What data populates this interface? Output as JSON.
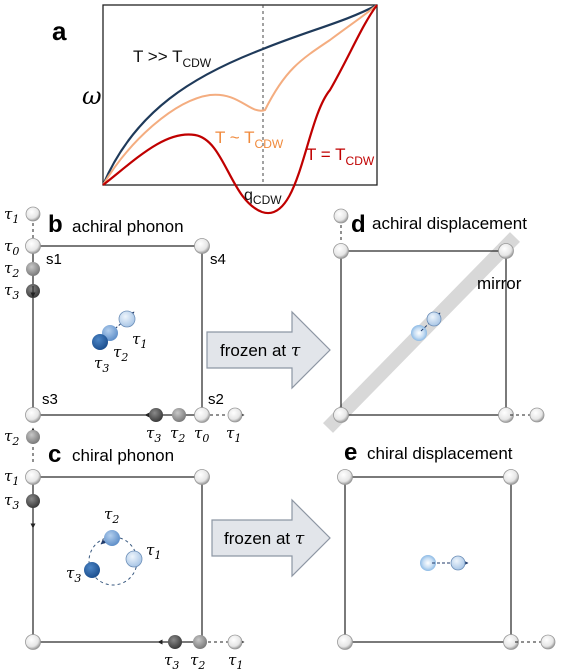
{
  "panel_a": {
    "letter": "a",
    "ylabel": "ω",
    "curve_high_label": "T >> T",
    "curve_high_sub": "CDW",
    "curve_mid_label": "T ~ T",
    "curve_mid_sub": "CDW",
    "curve_low_label": "T = T",
    "curve_low_sub": "CDW",
    "q_label": "q",
    "q_sub": "CDW",
    "colors": {
      "high": "#1f3a5a",
      "mid": "#f4ad80",
      "low": "#c00000"
    }
  },
  "panel_b": {
    "letter": "b",
    "title": "achiral phonon",
    "s1": "s1",
    "s2": "s2",
    "s3": "s3",
    "s4": "s4",
    "tau": "τ",
    "tau_sub": [
      "1",
      "0",
      "2",
      "3"
    ],
    "center_sub": [
      "1",
      "2",
      "3"
    ],
    "bottom_sub": [
      "3",
      "2",
      "0",
      "1"
    ]
  },
  "panel_c": {
    "letter": "c",
    "title": "chiral phonon",
    "tau": "τ",
    "left_sub": [
      "2",
      "1",
      "3"
    ],
    "center_sub": [
      "2",
      "1",
      "3"
    ],
    "bottom_sub": [
      "3",
      "2",
      "1"
    ]
  },
  "panel_d": {
    "letter": "d",
    "title": "achiral displacement",
    "mirror_label": "mirror"
  },
  "panel_e": {
    "letter": "e",
    "title": "chiral displacement"
  },
  "arrows": {
    "top_label": "frozen at ",
    "bottom_label": "frozen at ",
    "tau": "τ"
  }
}
